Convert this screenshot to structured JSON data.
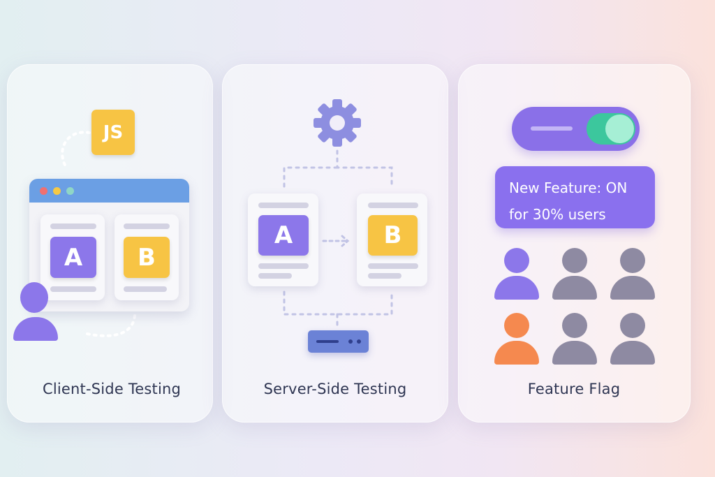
{
  "panels": [
    {
      "title": "Client-Side Testing",
      "badge": "JS",
      "variant_a": "A",
      "variant_b": "B"
    },
    {
      "title": "Server-Side Testing",
      "variant_a": "A",
      "variant_b": "B"
    },
    {
      "title": "Feature Flag",
      "toggle_state": "on",
      "status_line1": "New Feature: ON",
      "status_line2": "for 30% users"
    }
  ],
  "colors": {
    "purple": "#8c77ea",
    "yellow": "#f7c444",
    "blue": "#6b9fe4",
    "green": "#3cc79d",
    "orange": "#f5894f",
    "grey": "#8e8aa2"
  }
}
